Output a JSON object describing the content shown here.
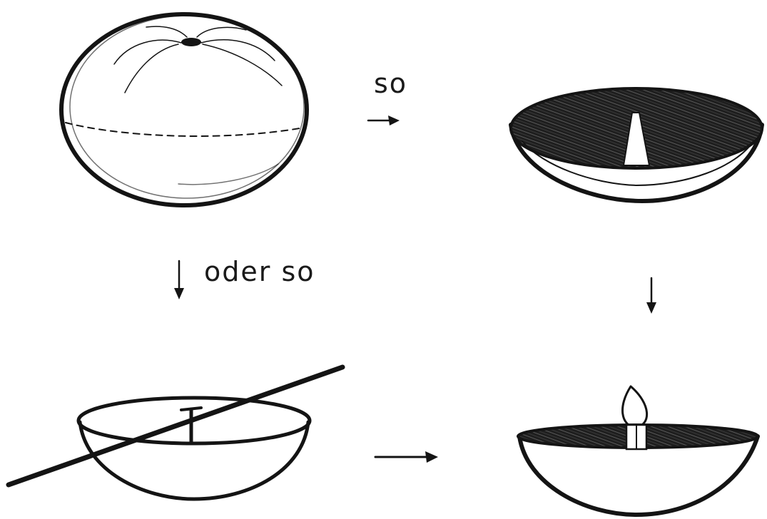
{
  "diagram": {
    "steps": [
      {
        "id": "orange"
      },
      {
        "id": "half-shell-with-pith"
      },
      {
        "id": "half-shell-on-stick"
      },
      {
        "id": "lit-candle"
      }
    ],
    "labels": {
      "top_arrow": "so",
      "left_arrow": "oder so"
    },
    "colors": {
      "ink": "#141414",
      "paper": "#ffffff"
    }
  }
}
